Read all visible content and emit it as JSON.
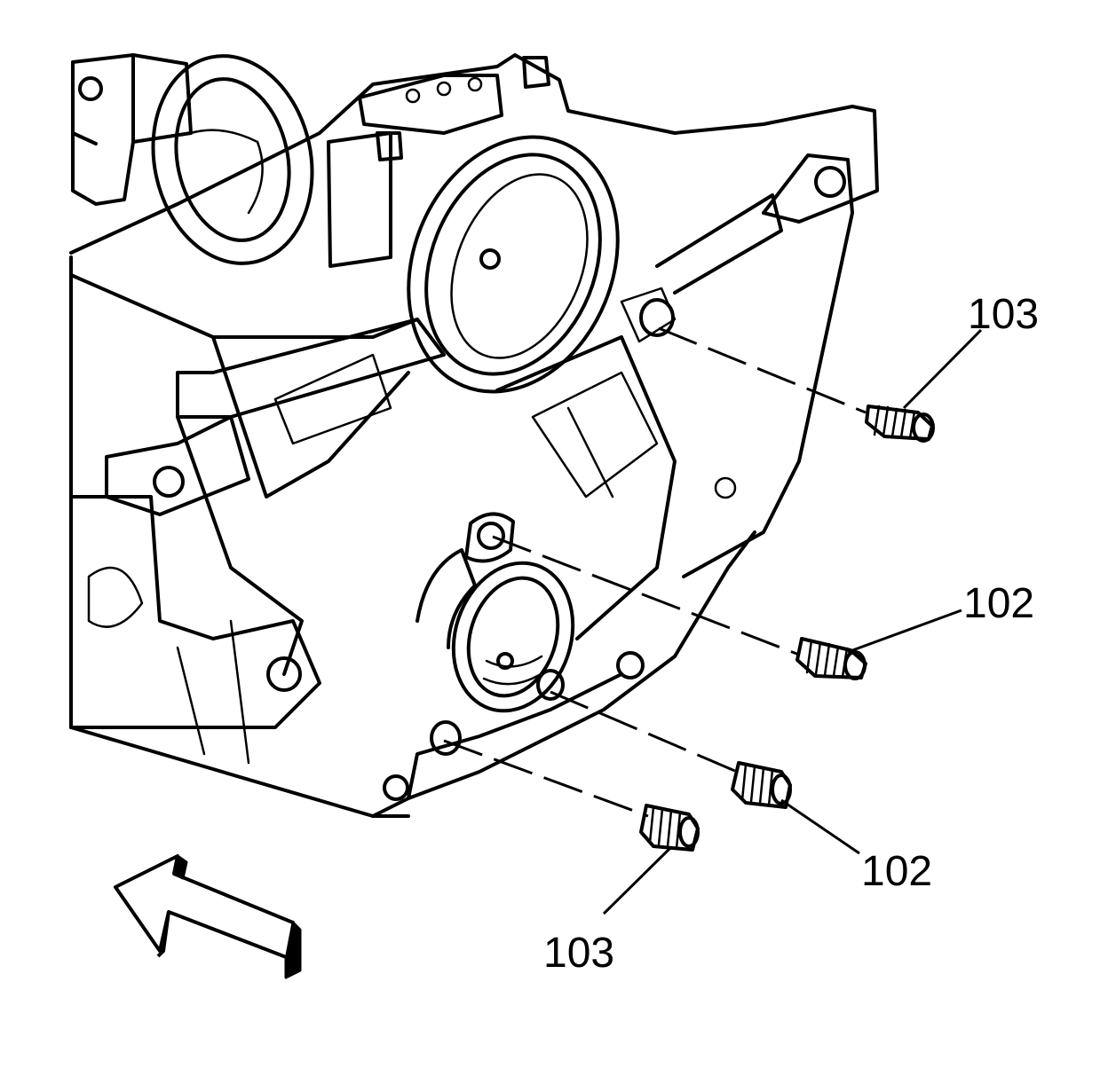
{
  "callouts": [
    {
      "id": "plug-upper-right",
      "label": "103"
    },
    {
      "id": "plug-middle-right",
      "label": "102"
    },
    {
      "id": "plug-lower-middle",
      "label": "102"
    },
    {
      "id": "plug-lower-left",
      "label": "103"
    }
  ],
  "direction_arrow": "front-of-engine-arrow",
  "colors": {
    "ink": "#000000",
    "background": "#ffffff"
  }
}
